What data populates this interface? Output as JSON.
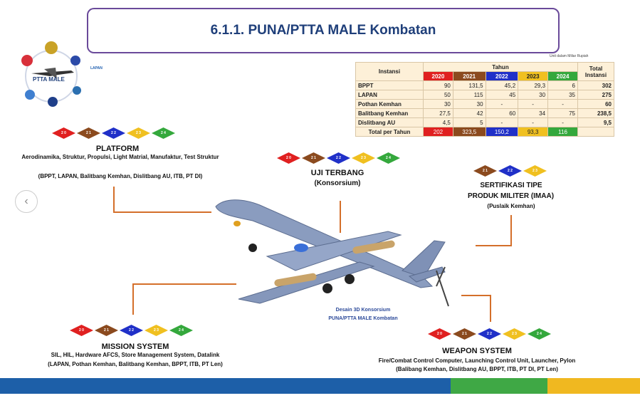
{
  "title": "6.1.1. PUNA/PTTA MALE Kombatan",
  "logo": {
    "label": "PTTA MALE"
  },
  "unit_note": "Unit dalam Miliar Rupiah",
  "table": {
    "header_instansi": "Instansi",
    "header_tahun": "Tahun",
    "header_total": "Total Instansi",
    "years": [
      "2020",
      "2021",
      "2022",
      "2023",
      "2024"
    ],
    "rows": [
      {
        "name": "BPPT",
        "values": [
          "90",
          "131,5",
          "45,2",
          "29,3",
          "6"
        ],
        "total": "302"
      },
      {
        "name": "LAPAN",
        "values": [
          "50",
          "115",
          "45",
          "30",
          "35"
        ],
        "total": "275"
      },
      {
        "name": "Pothan Kemhan",
        "values": [
          "30",
          "30",
          "-",
          "-",
          "-"
        ],
        "total": "60"
      },
      {
        "name": "Balitbang Kemhan",
        "values": [
          "27,5",
          "42",
          "60",
          "34",
          "75"
        ],
        "total": "238,5"
      },
      {
        "name": "Dislitbang AU",
        "values": [
          "4,5",
          "5",
          "-",
          "-",
          "-"
        ],
        "total": "9,5"
      }
    ],
    "total_row": {
      "name": "Total per Tahun",
      "values": [
        "202",
        "323,5",
        "150,2",
        "93,3",
        "116"
      ]
    }
  },
  "colors": {
    "y2020": "#e02020",
    "y2021": "#8b4a1e",
    "y2022": "#2030c8",
    "y2023": "#f0c020",
    "y2024": "#34a83c"
  },
  "platform": {
    "title": "PLATFORM",
    "items": "Aerodinamika, Struktur, Propulsi, Light Matrial, Manufaktur, Test Struktur",
    "orgs": "(BPPT, LAPAN, Balitbang Kemhan, Dislitbang AU, ITB, PT DI)",
    "years": [
      "2 0",
      "2 1",
      "2 2",
      "2 3",
      "2 4"
    ]
  },
  "uji_terbang": {
    "title": "UJI TERBANG",
    "subtitle": "(Konsorsium)",
    "years": [
      "2 0",
      "2 1",
      "2 2",
      "2 3",
      "2 4"
    ]
  },
  "sertifikasi": {
    "title": "SERTIFIKASI TIPE",
    "subtitle": "PRODUK MILITER (IMAA)",
    "orgs": "(Puslaik Kemhan)",
    "years": [
      "2 1",
      "2 2",
      "2 3"
    ]
  },
  "mission": {
    "title": "MISSION SYSTEM",
    "items": "SIL, HIL, Hardware AFCS, Store Management System, Datalink",
    "orgs": "(LAPAN, Pothan Kemhan, Balitbang Kemhan, BPPT, ITB, PT Len)",
    "years": [
      "2 0",
      "2 1",
      "2 2",
      "2 3",
      "2 4"
    ]
  },
  "weapon": {
    "title": "WEAPON SYSTEM",
    "items": "Fire/Combat Control Computer, Launching Control Unit, Launcher, Pylon",
    "orgs": "(Balibang Kemhan, Dislitbang AU, BPPT, ITB, PT DI, PT Len)",
    "years": [
      "2 0",
      "2 1",
      "2 2",
      "2 3",
      "2 4"
    ]
  },
  "aircraft_caption": {
    "line1": "Desain 3D Konsorsium",
    "line2": "PUNA/PTTA  MALE Kombatan"
  }
}
